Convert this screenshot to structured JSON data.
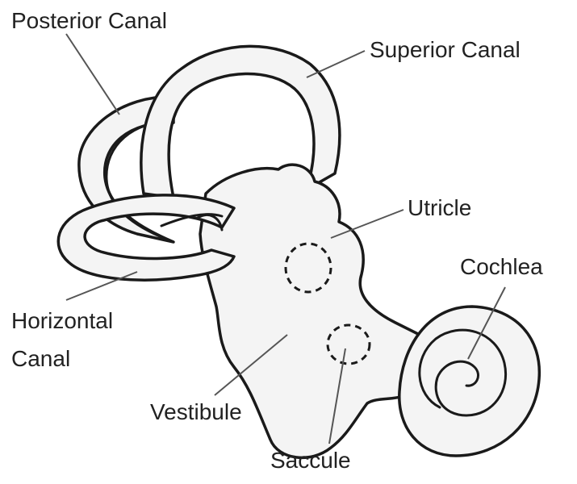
{
  "labels": {
    "posterior_canal": "Posterior Canal",
    "superior_canal": "Superior Canal",
    "utricle": "Utricle",
    "cochlea": "Cochlea",
    "horizontal_canal_line1": "Horizontal",
    "horizontal_canal_line2": "Canal",
    "vestibule": "Vestibule",
    "saccule": "Saccule"
  },
  "colors": {
    "outline": "#1a1a1a",
    "fill": "#f4f4f4",
    "text": "#222222",
    "leader": "#555555"
  }
}
